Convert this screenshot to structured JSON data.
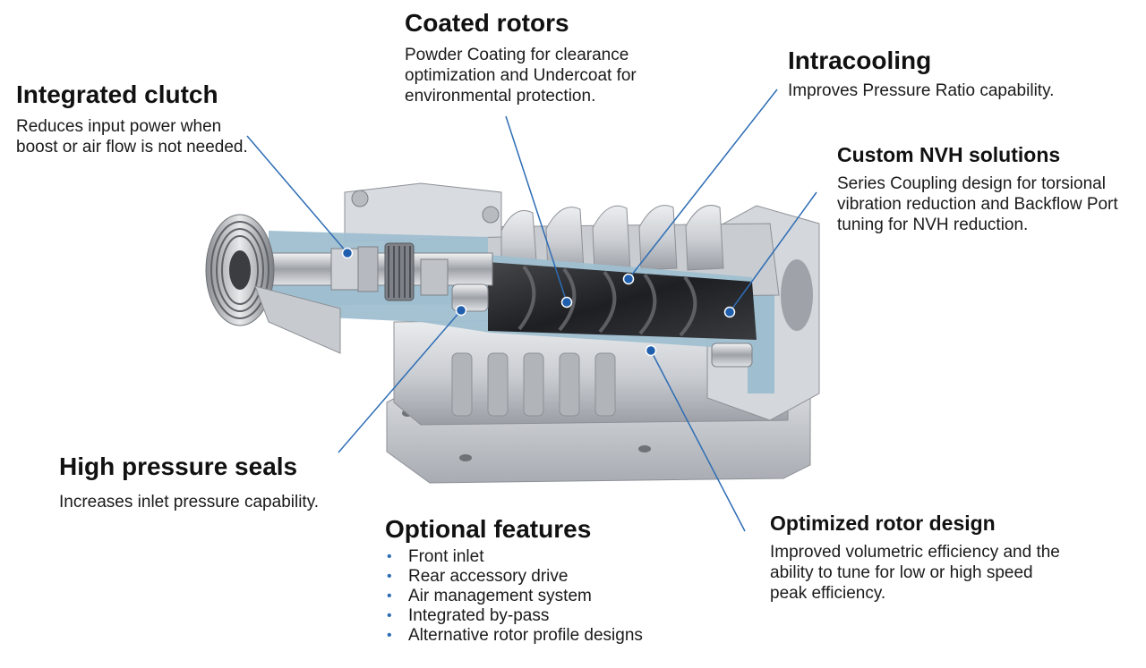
{
  "colors": {
    "leader_line": "#2e6db4",
    "leader_dot": "#1f5fae",
    "cut_face": "#9fbfd0",
    "housing_light": "#e2e4e7",
    "housing_mid": "#c4c7cc",
    "housing_dark": "#8d9197",
    "rotor_dark": "#2b2c2f",
    "bullet": "#2e6db4"
  },
  "callouts": {
    "integrated_clutch": {
      "title": "Integrated clutch",
      "text": "Reduces input power when boost or air flow is not needed."
    },
    "coated_rotors": {
      "title": "Coated rotors",
      "text": "Powder Coating for clearance optimization and Undercoat for environmental protection."
    },
    "intracooling": {
      "title": "Intracooling",
      "text": "Improves Pressure Ratio capability."
    },
    "custom_nvh": {
      "title": "Custom NVH solutions",
      "text": "Series Coupling design for torsional vibration reduction and Backflow Port tuning for NVH reduction."
    },
    "high_pressure_seals": {
      "title": "High pressure seals",
      "text": "Increases inlet pressure capability."
    },
    "optional_features": {
      "title": "Optional features",
      "items": [
        "Front inlet",
        "Rear accessory drive",
        "Air management system",
        "Integrated by-pass",
        "Alternative rotor profile designs"
      ]
    },
    "optimized_rotor": {
      "title": "Optimized rotor design",
      "text": "Improved volumetric efficiency and the ability to tune for low or high speed peak efficiency."
    }
  }
}
